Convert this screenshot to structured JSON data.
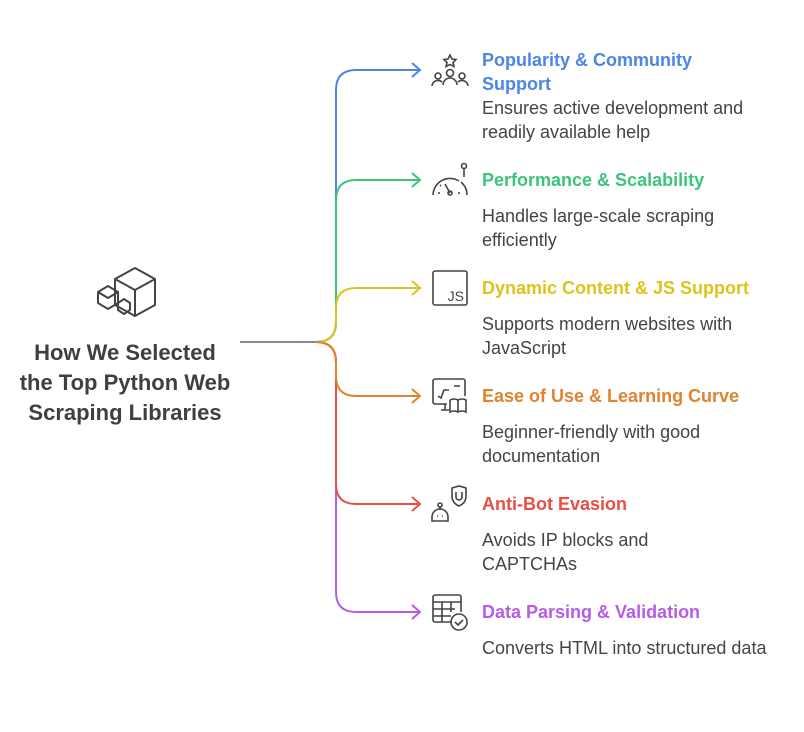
{
  "title": "How We Selected the Top Python Web Scraping Libraries",
  "items": [
    {
      "title": "Popularity & Community Support",
      "description": "Ensures active development and readily available help",
      "color": "#4a86e8",
      "icon": "community-star-icon"
    },
    {
      "title": "Performance & Scalability",
      "description": "Handles large-scale scraping efficiently",
      "color": "#3cc47c",
      "icon": "speedometer-icon"
    },
    {
      "title": "Dynamic Content & JS Support",
      "description": "Supports modern websites with JavaScript",
      "color": "#dcc41a",
      "icon": "js-icon"
    },
    {
      "title": "Ease of Use & Learning Curve",
      "description": "Beginner-friendly with good documentation",
      "color": "#e0832e",
      "icon": "learning-book-icon"
    },
    {
      "title": "Anti-Bot Evasion",
      "description": "Avoids IP blocks and CAPTCHAs",
      "color": "#e84f45",
      "icon": "bot-shield-icon"
    },
    {
      "title": "Data Parsing & Validation",
      "description": "Converts HTML into structured data",
      "color": "#b65ce6",
      "icon": "table-check-icon"
    }
  ]
}
